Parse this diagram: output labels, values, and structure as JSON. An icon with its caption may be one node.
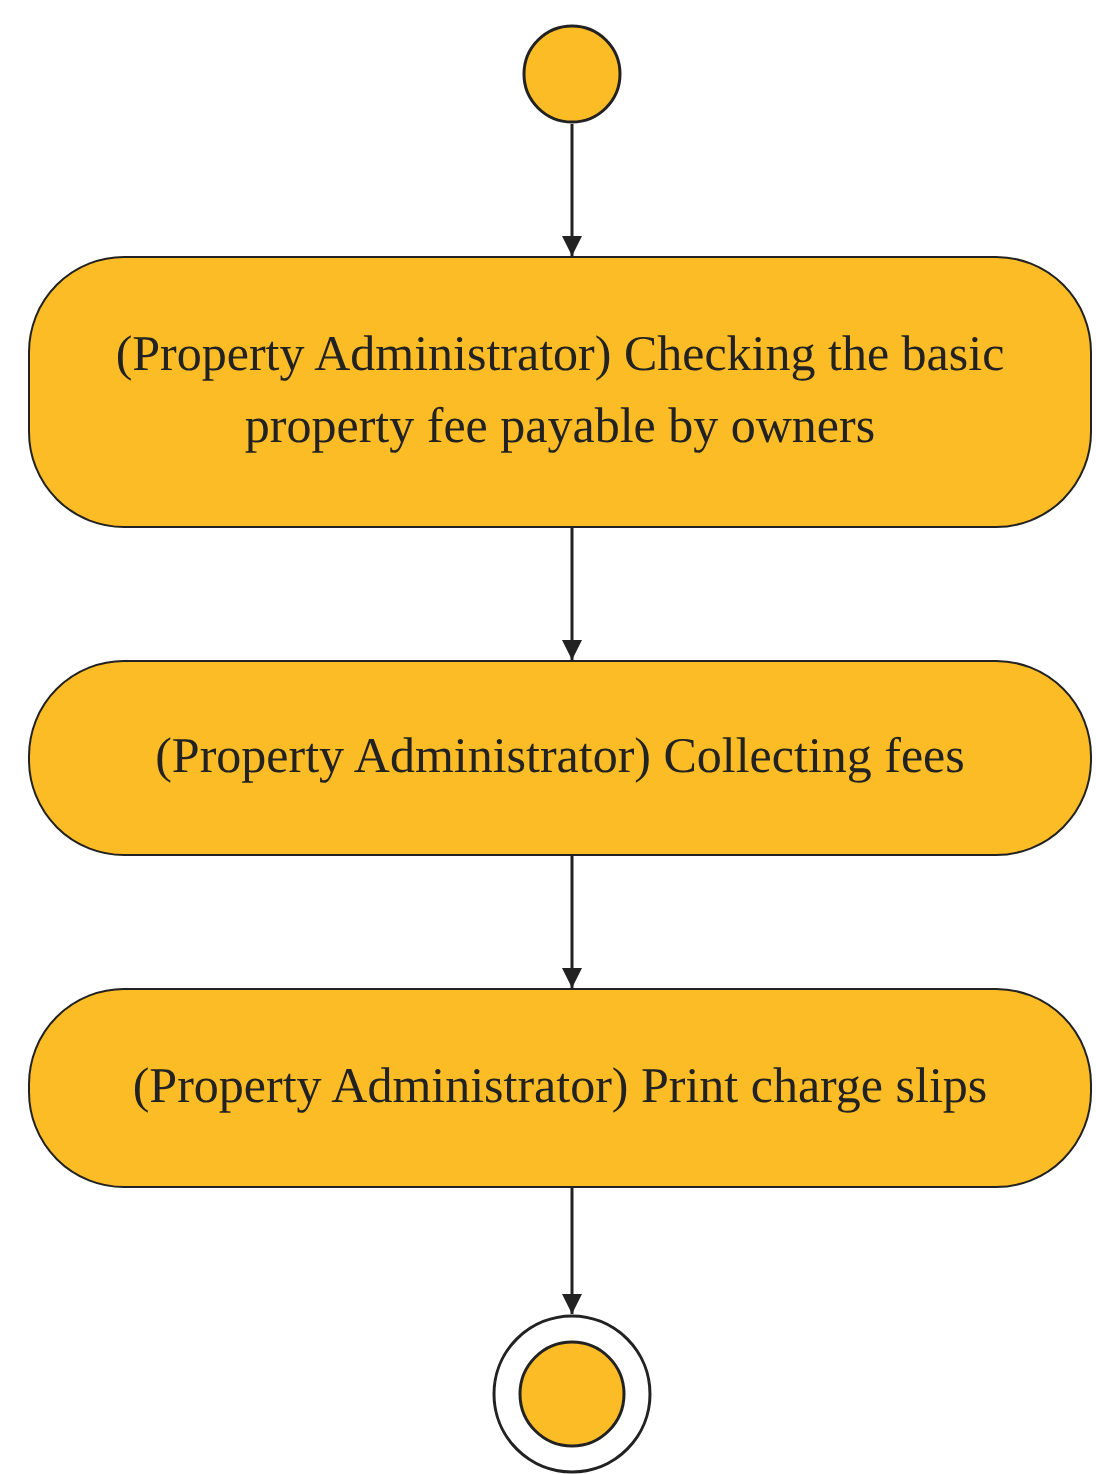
{
  "diagram": {
    "nodes": [
      {
        "text": [],
        "shape": "circle"
      },
      {
        "text": [
          "(Property Administrator) Checking the basic property fee payable by owners"
        ]
      },
      {
        "text": [
          "(Property Administrator) Collecting fees"
        ]
      },
      {
        "text": [
          "(Property Administrator) Print charge slips"
        ]
      },
      {
        "text": [],
        "shape": "final"
      }
    ],
    "edges": [
      {
        "from": 0,
        "to": 1,
        "arrow": "to"
      },
      {
        "from": 1,
        "to": 2,
        "arrow": "to"
      },
      {
        "from": 2,
        "to": 3,
        "arrow": "to"
      },
      {
        "from": 3,
        "to": 4,
        "arrow": "to"
      }
    ]
  }
}
